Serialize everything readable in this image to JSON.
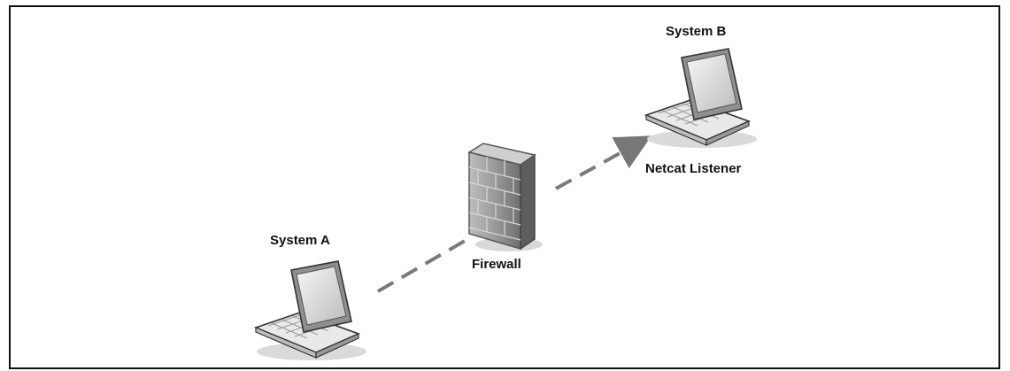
{
  "diagram": {
    "nodes": {
      "system_a": {
        "label": "System A",
        "icon": "laptop-icon"
      },
      "firewall": {
        "label": "Firewall",
        "icon": "firewall-icon"
      },
      "system_b": {
        "label": "System B",
        "icon": "laptop-icon",
        "caption": "Netcat Listener"
      }
    },
    "edges": [
      {
        "from": "system_a",
        "to": "firewall",
        "style": "dashed"
      },
      {
        "from": "firewall",
        "to": "system_b",
        "style": "dashed-arrow"
      }
    ]
  }
}
